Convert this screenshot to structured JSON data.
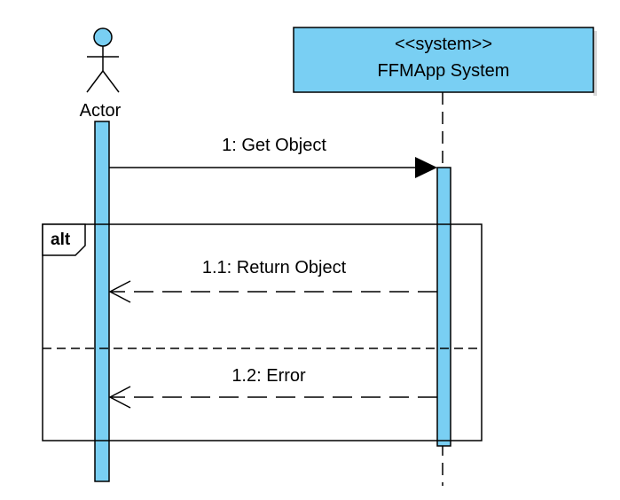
{
  "diagram": {
    "type": "uml-sequence",
    "colors": {
      "fill": "#79CFF3",
      "stroke": "#000000",
      "background": "#FFFFFF"
    },
    "actor": {
      "name": "Actor",
      "icon": "stick-figure-icon"
    },
    "system": {
      "stereotype": "<<system>>",
      "name": "FFMApp System"
    },
    "messages": [
      {
        "label": "1: Get Object",
        "from": "Actor",
        "to": "FFMApp System",
        "kind": "synchronous"
      },
      {
        "label": "1.1: Return Object",
        "from": "FFMApp System",
        "to": "Actor",
        "kind": "return"
      },
      {
        "label": "1.2: Error",
        "from": "FFMApp System",
        "to": "Actor",
        "kind": "return"
      }
    ],
    "fragment": {
      "operator": "alt",
      "operands": 2
    }
  }
}
